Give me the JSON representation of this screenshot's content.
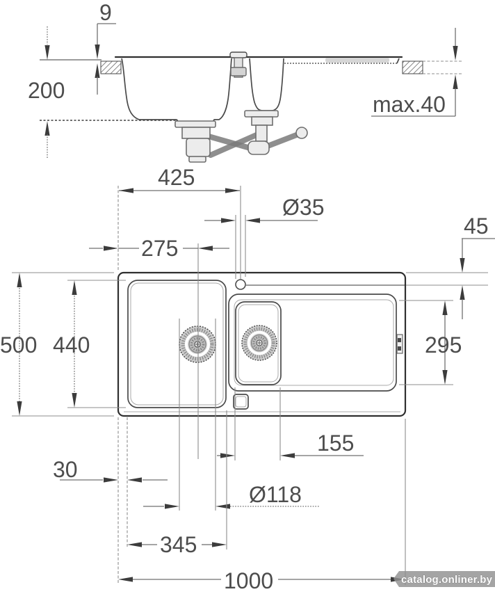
{
  "section_view": {
    "dims": {
      "rim_height": "9",
      "bowl_depth": "200",
      "max_counter_thickness": "max.40"
    }
  },
  "plan_view": {
    "dims": {
      "faucet_center_from_left": "425",
      "faucet_hole_diameter": "Ø35",
      "drain_center_from_left": "275",
      "drainer_top_offset": "45",
      "overall_depth": "500",
      "cutout_depth": "440",
      "drainer_depth": "295",
      "half_bowl_width": "155",
      "edge_margin": "30",
      "drain_hole_diameter": "Ø118",
      "main_bowl_width": "345",
      "overall_width": "1000"
    }
  },
  "watermark": {
    "text": "catalog.onliner.by"
  },
  "colors": {
    "outline": "#2f2f2f",
    "dimension_line": "#6f6f6f",
    "dimension_text": "#4d4d4d",
    "hatch": "#555555",
    "watermark_bg": "#909090",
    "watermark_text": "#ffffff"
  }
}
